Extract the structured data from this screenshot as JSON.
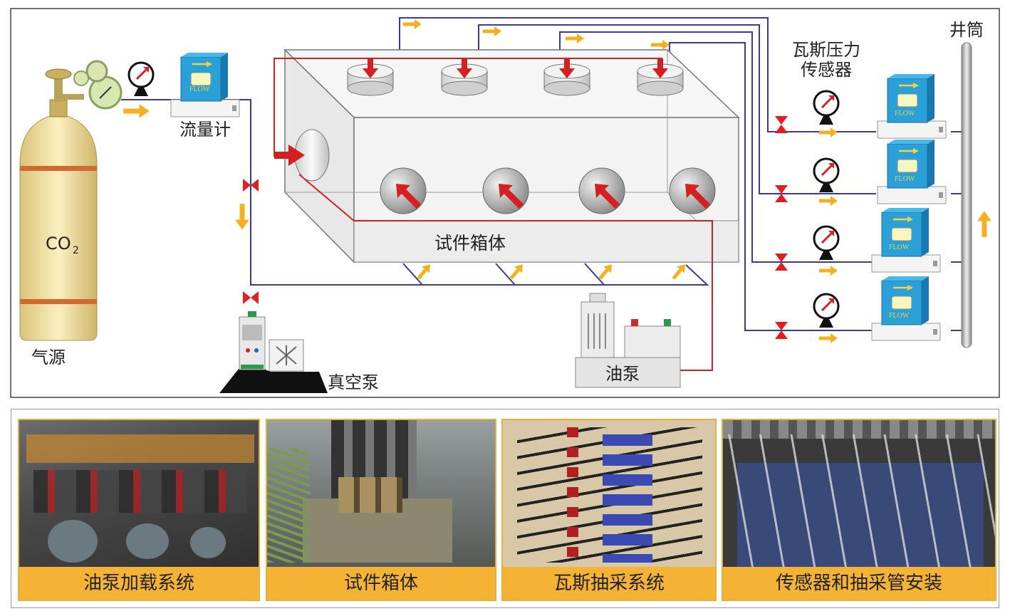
{
  "diagram": {
    "gas_source_label": "气源",
    "co2_label": "CO",
    "co2_sub": "2",
    "flowmeter_label": "流量计",
    "vacuum_pump_label": "真空泵",
    "specimen_box_label": "试件箱体",
    "oil_pump_label": "油泵",
    "gas_pressure_sensor_label_line1": "瓦斯压力",
    "gas_pressure_sensor_label_line2": "传感器",
    "wellbore_label": "井筒",
    "flow_text": "FLOW"
  },
  "photos": [
    {
      "caption": "油泵加载系统"
    },
    {
      "caption": "试件箱体"
    },
    {
      "caption": "瓦斯抽采系统"
    },
    {
      "caption": "传感器和抽采管安装"
    }
  ],
  "colors": {
    "pipe_blue": "#3a3a9a",
    "pipe_red": "#d42020",
    "arrow_yellow": "#f5b020",
    "cylinder": "#f0e0a0",
    "band": "#d06a30",
    "caption_bg": "#f5b335"
  }
}
